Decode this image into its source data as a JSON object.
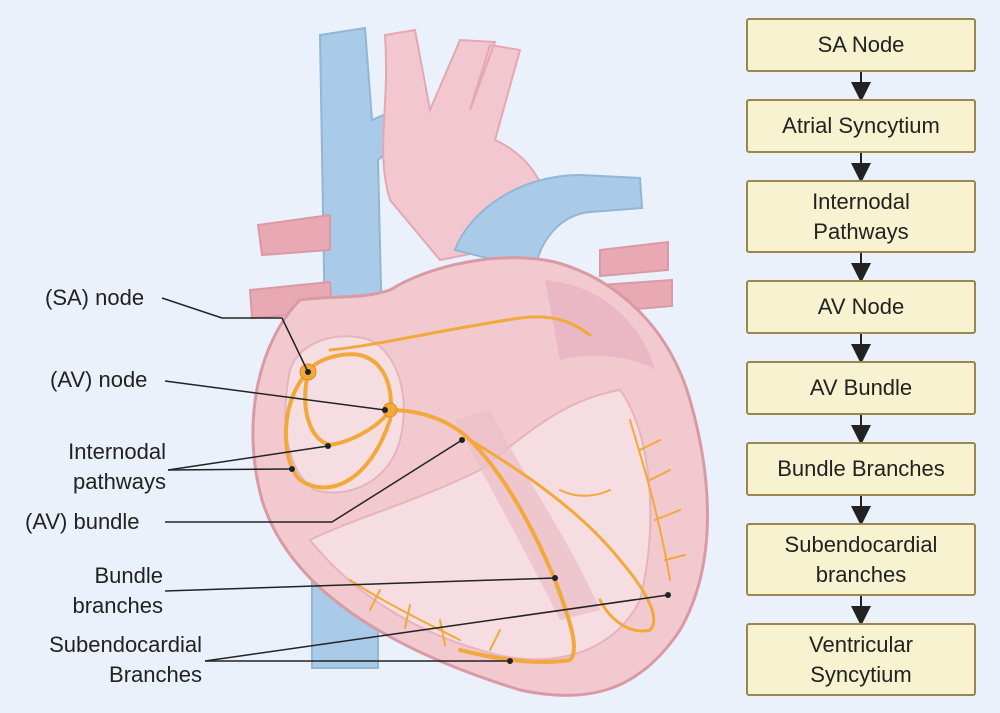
{
  "anatomy_labels": {
    "sa_node": "(SA) node",
    "av_node": "(AV) node",
    "internodal_pathways": "Internodal\npathways",
    "av_bundle": "(AV) bundle",
    "bundle_branches": "Bundle\nbranches",
    "subendocardial_branches": "Subendocardial\nBranches"
  },
  "flowchart": {
    "steps": [
      "SA Node",
      "Atrial Syncytium",
      "Internodal\nPathways",
      "AV Node",
      "AV Bundle",
      "Bundle Branches",
      "Subendocardial\nbranches",
      "Ventricular\nSyncytium"
    ]
  },
  "colors": {
    "background": "#eaf1fa",
    "heart_body": "#f1c9cf",
    "vessels_blue": "#a9cbe8",
    "conduction": "#f2a93b",
    "box_fill": "#f7f2cf",
    "box_border": "#9b8650"
  }
}
